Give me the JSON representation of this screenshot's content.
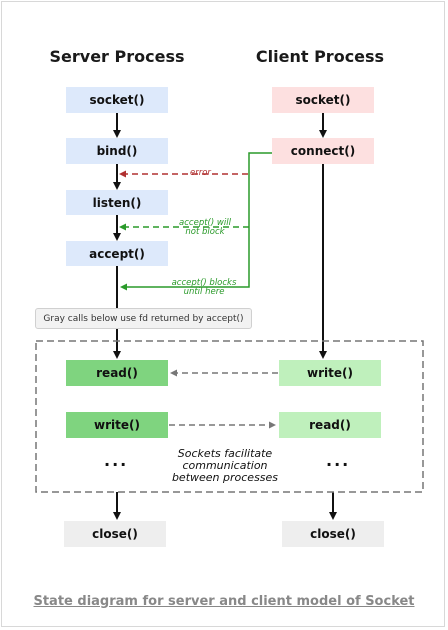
{
  "headings": {
    "server": "Server Process",
    "client": "Client Process"
  },
  "server": {
    "socket": "socket()",
    "bind": "bind()",
    "listen": "listen()",
    "accept": "accept()",
    "read": "read()",
    "write": "write()",
    "close": "close()"
  },
  "client": {
    "socket": "socket()",
    "connect": "connect()",
    "write": "write()",
    "read": "read()",
    "close": "close()"
  },
  "labels": {
    "error": "error",
    "accept_not_block": "accept() will\nnot block",
    "accept_blocks": "accept() blocks\nuntil here"
  },
  "note": "Gray calls below use fd returned by accept()",
  "communication_note": "Sockets facilitate\ncommunication\nbetween processes",
  "ellipsis": "...",
  "caption": "State diagram for server and client model of Socket",
  "colors": {
    "server_box": "#dde9fb",
    "client_box": "#fde0e0",
    "io_dark_green": "#7fd47f",
    "io_light_green": "#bff0bc",
    "close_box": "#eeeeee",
    "error_arrow": "#b03030",
    "connect_arrow": "#2a9a2a"
  }
}
